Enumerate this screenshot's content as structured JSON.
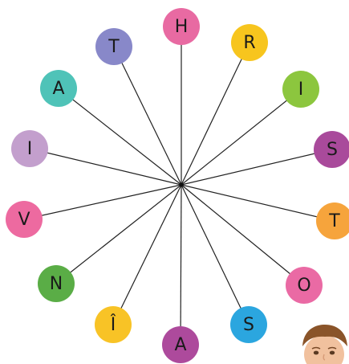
{
  "wheel": {
    "letters": [
      {
        "text": "H",
        "color": "#e86aa2"
      },
      {
        "text": "R",
        "color": "#f7c51e"
      },
      {
        "text": "I",
        "color": "#8cc63e"
      },
      {
        "text": "S",
        "color": "#a94a9b"
      },
      {
        "text": "T",
        "color": "#f6a43c"
      },
      {
        "text": "O",
        "color": "#ea6aa4"
      },
      {
        "text": "S",
        "color": "#2ba6df"
      },
      {
        "text": "A",
        "color": "#ad4a9c"
      },
      {
        "text": "Î",
        "color": "#f8c326"
      },
      {
        "text": "N",
        "color": "#5aad46"
      },
      {
        "text": "V",
        "color": "#ed6aa0"
      },
      {
        "text": "I",
        "color": "#c39fcd"
      },
      {
        "text": "A",
        "color": "#4fc3b8"
      },
      {
        "text": "T",
        "color": "#8888c9"
      }
    ]
  },
  "photo": {
    "subject": "child-face",
    "hair_color": "#8a5429",
    "skin_color": "#f1c19e"
  }
}
